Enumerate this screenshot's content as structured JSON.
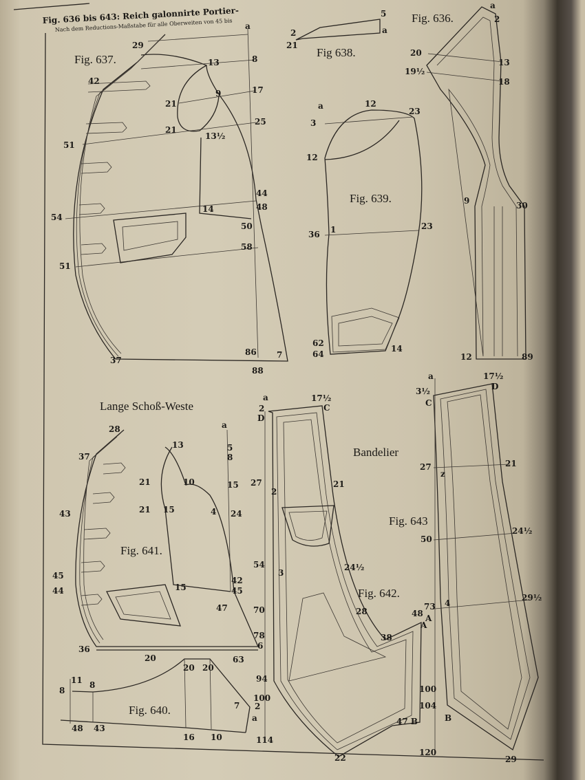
{
  "header": {
    "title": "Fig. 636 bis 643: Reich galonnirte Portier-",
    "subtitle": "Nach dem Reductions-Maßstabe für alle Oberweiten von 45 bis"
  },
  "figures": {
    "fig637": {
      "title": "Fig. 637.",
      "labels": [
        "29",
        "a",
        "13",
        "8",
        "42",
        "9",
        "17",
        "21",
        "25",
        "21",
        "13½",
        "51",
        "44",
        "14",
        "48",
        "54",
        "50",
        "58",
        "51",
        "37",
        "86",
        "7",
        "88"
      ]
    },
    "fig638": {
      "title": "Fig 638.",
      "labels": [
        "2",
        "21",
        "5",
        "a"
      ]
    },
    "fig636": {
      "title": "Fig. 636.",
      "labels": [
        "a",
        "2",
        "20",
        "13",
        "19½",
        "18",
        "9",
        "30",
        "12",
        "89"
      ]
    },
    "fig639": {
      "title": "Fig. 639.",
      "labels": [
        "a",
        "12",
        "23",
        "3",
        "12",
        "36",
        "1",
        "23",
        "62",
        "64",
        "14"
      ]
    },
    "fig641": {
      "caption": "Lange Schoß-Weste",
      "title": "Fig. 641.",
      "labels": [
        "28",
        "a",
        "13",
        "5",
        "37",
        "8",
        "21",
        "10",
        "15",
        "43",
        "21",
        "15",
        "4",
        "24",
        "45",
        "42",
        "15",
        "45",
        "44",
        "47",
        "36",
        "6",
        "20",
        "63"
      ]
    },
    "fig640": {
      "title": "Fig. 640.",
      "labels": [
        "11",
        "8",
        "8",
        "20",
        "20",
        "7",
        "2",
        "a",
        "48",
        "43",
        "16",
        "10"
      ]
    },
    "fig642": {
      "caption": "Bandelier",
      "title": "Fig. 642.",
      "labels": [
        "a",
        "17½",
        "2",
        "D",
        "C",
        "27",
        "2",
        "21",
        "54",
        "3",
        "24½",
        "70",
        "28",
        "48",
        "A",
        "78",
        "38",
        "94",
        "100",
        "47 B",
        "114",
        "22"
      ]
    },
    "fig643": {
      "title": "Fig. 643",
      "labels": [
        "a",
        "17½",
        "3½",
        "D",
        "C",
        "27",
        "z",
        "21",
        "50",
        "24½",
        "73",
        "4",
        "A",
        "29½",
        "100",
        "104",
        "B",
        "120",
        "29"
      ]
    }
  }
}
